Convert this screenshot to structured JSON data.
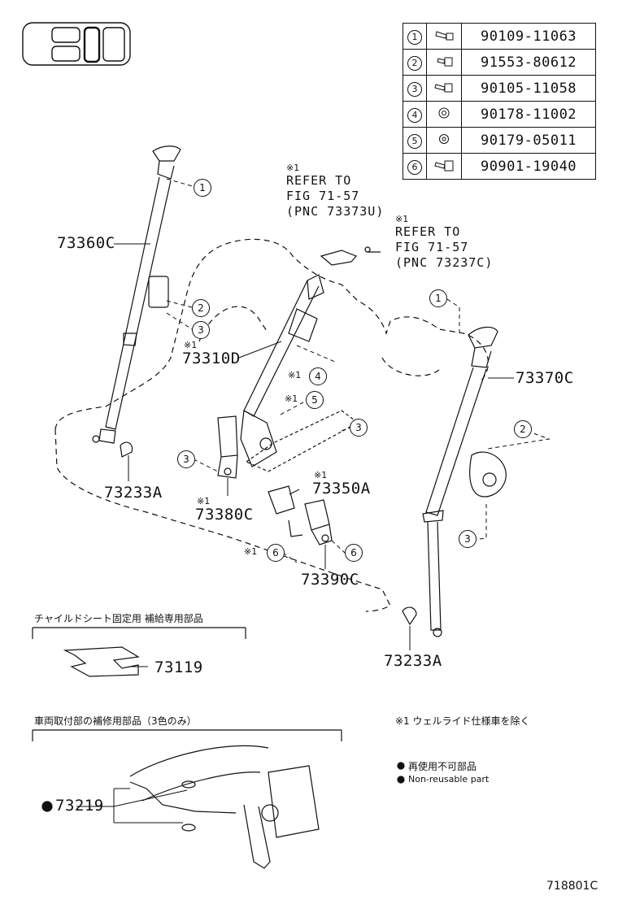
{
  "legend_table": [
    {
      "num": "1",
      "part": "90109-11063"
    },
    {
      "num": "2",
      "part": "91553-80612"
    },
    {
      "num": "3",
      "part": "90105-11058"
    },
    {
      "num": "4",
      "part": "90178-11002"
    },
    {
      "num": "5",
      "part": "90179-05011"
    },
    {
      "num": "6",
      "part": "90901-19040"
    }
  ],
  "callouts": {
    "c1a": "1",
    "c2a": "2",
    "c3a": "3",
    "c4": "4",
    "c5": "5",
    "c3b": "3",
    "c3c": "3",
    "c6a": "6",
    "c6b": "6",
    "c1b": "1",
    "c2b": "2",
    "c3d": "3"
  },
  "refers": {
    "ref1": {
      "mark": "※1",
      "line1": "REFER TO",
      "line2": "FIG 71-57",
      "line3": "(PNC 73373U)"
    },
    "ref2": {
      "mark": "※1",
      "line1": "REFER TO",
      "line2": "FIG 71-57",
      "line3": "(PNC 73237C)"
    }
  },
  "parts": {
    "p73360C": "73360C",
    "p73310D_mark": "※1",
    "p73310D": "73310D",
    "p73370C": "73370C",
    "p73233A_left": "73233A",
    "p73380C_mark": "※1",
    "p73380C": "73380C",
    "p73350A_mark": "※1",
    "p73350A": "73350A",
    "p73390C": "73390C",
    "p73233A_right": "73233A",
    "p73119": "73119",
    "p73219": "73219",
    "mark4": "※1",
    "mark5": "※1",
    "mark6": "※1"
  },
  "notes": {
    "child_seat": "チャイルドシート固定用 補給専用部品",
    "repair_parts": "車両取付部の補修用部品（3色のみ）",
    "exclusion": "※1 ウェルライド仕様車を除く",
    "nonreuse_jp": "再使用不可部品",
    "nonreuse_en": "Non-reusable part",
    "figure_code": "718801C"
  }
}
